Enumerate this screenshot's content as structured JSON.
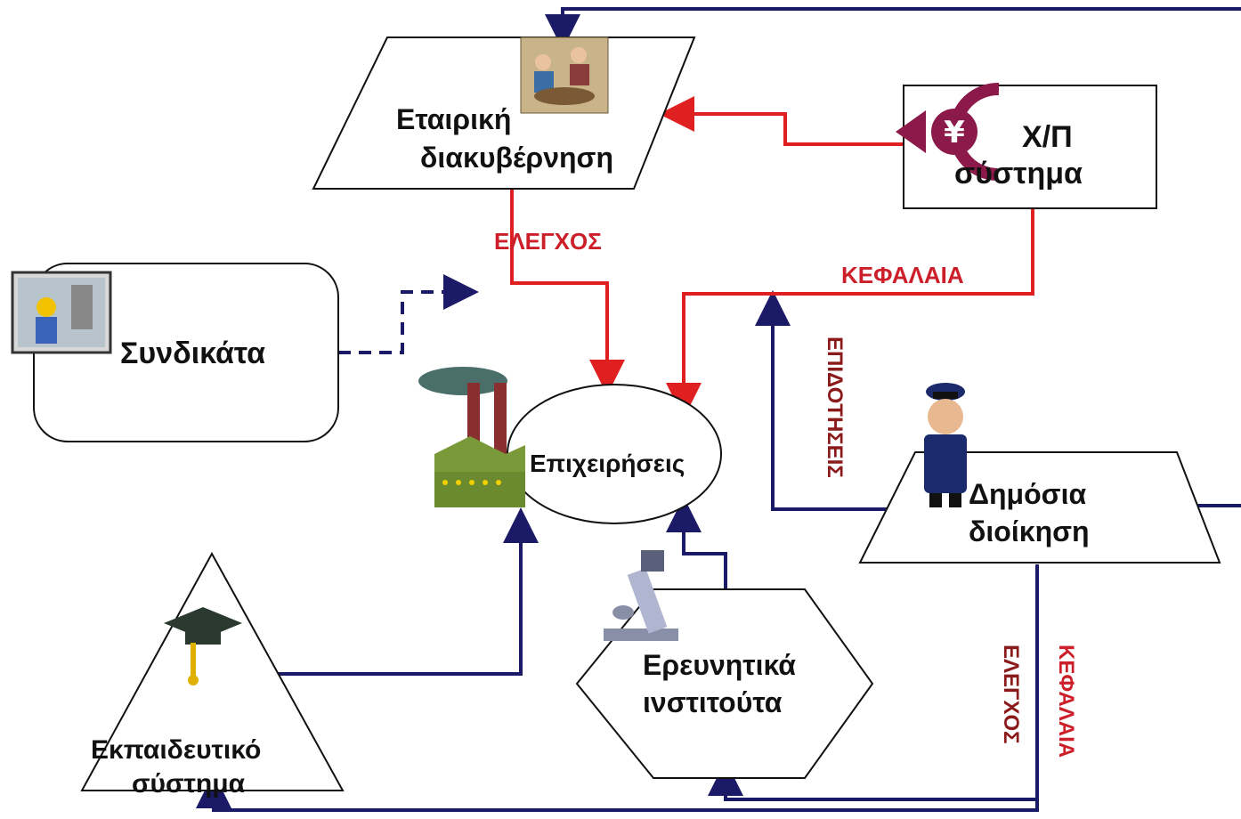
{
  "colors": {
    "navy": "#1a1a66",
    "red": "#e02020",
    "dark_red": "#8b1a1a",
    "outline": "#111111",
    "label_red": "#cc1f2a"
  },
  "nodes": {
    "corporate": {
      "line1": "Εταιρική",
      "line2": "διακυβέρνηση",
      "icon": "meeting-icon"
    },
    "xp": {
      "line1": "Χ/Π",
      "line2": "σύστημα",
      "icon": "yen-coin-icon"
    },
    "unions": {
      "label": "Συνδικάτα",
      "icon": "worker-icon"
    },
    "business": {
      "label": "Επιχειρήσεις",
      "icon": "factory-icon"
    },
    "public_admin": {
      "line1": "Δημόσια",
      "line2": "διοίκηση",
      "icon": "police-officer-icon"
    },
    "research": {
      "line1": "Ερευνητικά",
      "line2": "ινστιτούτα",
      "icon": "microscope-icon"
    },
    "education": {
      "line1": "Εκπαιδευτικό",
      "line2": "σύστημα",
      "icon": "graduation-cap-icon"
    }
  },
  "edge_labels": {
    "control_top": "ΕΛΕΓΧΟΣ",
    "capital_top": "ΚΕΦΑΛΑΙΑ",
    "subsidies": "ΕΠΙΔΟΤΗΣΕΙΣ",
    "control_bottom": "ΕΛΕΓΧΟΣ",
    "capital_bottom": "ΚΕΦΑΛΑΙΑ"
  }
}
